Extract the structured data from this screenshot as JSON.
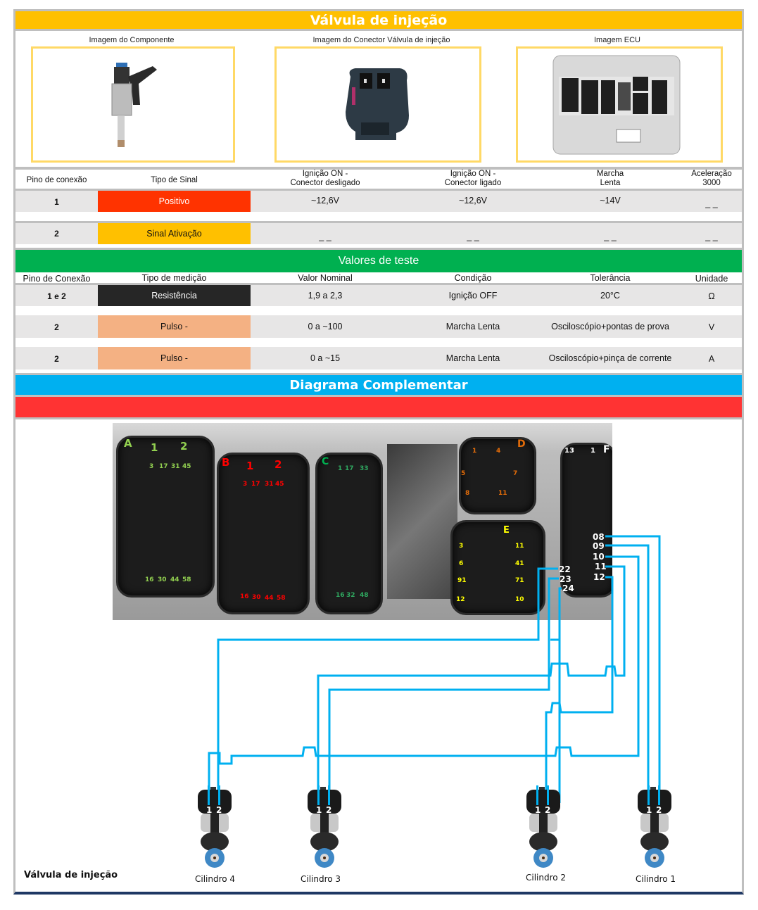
{
  "title": "Válvula de injeção",
  "images": {
    "component_caption": "Imagem do Componente",
    "connector_caption": "Imagem do Conector Válvula de injeção",
    "ecu_caption": "Imagem ECU"
  },
  "signal_table": {
    "headers": [
      "Pino de conexão",
      "Tipo de Sinal",
      "Ignição ON -\nConector desligado",
      "Ignição ON -\nConector ligado",
      "Marcha\nLenta",
      "Aceleração\n3000"
    ],
    "header_lines": {
      "h2a": "Ignição ON -",
      "h2b": "Conector desligado",
      "h3a": "Ignição ON -",
      "h3b": "Conector ligado",
      "h4a": "Marcha",
      "h4b": "Lenta",
      "h5a": "Aceleração",
      "h5b": "3000"
    },
    "rows": [
      {
        "pin": "1",
        "signal": "Positivo",
        "signal_color": "#ff3300",
        "ign_off_conn": "~12,6V",
        "ign_on_conn": "~12,6V",
        "idle": "~14V",
        "accel": "_ _"
      },
      {
        "pin": "2",
        "signal": "Sinal Ativação",
        "signal_color": "#ffc000",
        "ign_off_conn": "_ _",
        "ign_on_conn": "_ _",
        "idle": "_ _",
        "accel": "_ _"
      }
    ]
  },
  "test_section": {
    "title": "Valores de teste",
    "headers": [
      "Pino de Conexão",
      "Tipo de medição",
      "Valor Nominal",
      "Condição",
      "Tolerância",
      "Unidade"
    ],
    "rows": [
      {
        "pin": "1 e 2",
        "type": "Resistência",
        "type_color": "#262626",
        "nominal": "1,9 a 2,3",
        "condition": "Ignição OFF",
        "tolerance": "20°C",
        "unit": "Ω"
      },
      {
        "pin": "2",
        "type": "Pulso -",
        "type_color": "#f4b183",
        "nominal": "0 a ~100",
        "condition": "Marcha Lenta",
        "tolerance": "Osciloscópio+pontas de prova",
        "unit": "V"
      },
      {
        "pin": "2",
        "type": "Pulso -",
        "type_color": "#f4b183",
        "nominal": "0 a ~15",
        "condition": "Marcha Lenta",
        "tolerance": "Osciloscópio+pinça de corrente",
        "unit": "A"
      }
    ]
  },
  "diagram": {
    "title": "Diagrama Complementar",
    "footer_label": "Válvula de injeção",
    "connectors": {
      "A": {
        "name": "A",
        "top": [
          "1",
          "2"
        ],
        "first": [
          "3",
          "17",
          "31",
          "45"
        ],
        "last": [
          "16",
          "30",
          "44",
          "58"
        ],
        "color": "#92d050"
      },
      "B": {
        "name": "B",
        "top": [
          "1",
          "2"
        ],
        "first": [
          "3",
          "17",
          "31",
          "45"
        ],
        "last": [
          "16",
          "30",
          "44",
          "58"
        ],
        "color": "#ff0000"
      },
      "C": {
        "name": "C",
        "first": [
          "1",
          "17",
          "33"
        ],
        "last": [
          "16",
          "32",
          "48"
        ],
        "color": "#00b050"
      },
      "D": {
        "name": "D",
        "pins": [
          "1",
          "4",
          "5",
          "7",
          "8",
          "11"
        ],
        "color": "#e36c09"
      },
      "E": {
        "name": "E",
        "left": [
          "3",
          "6",
          "91",
          "12"
        ],
        "right": [
          "11",
          "41",
          "71",
          "10"
        ],
        "color": "#ffff00"
      },
      "F": {
        "name": "F",
        "top": [
          "13",
          "1"
        ],
        "color": "#ffffff"
      }
    },
    "wire_pins": [
      "08",
      "09",
      "10",
      "11",
      "12",
      "22",
      "23",
      "24"
    ],
    "wire_color": "#00b0f0",
    "injectors": [
      {
        "label": "Cilindro 4",
        "pin1": "1",
        "pin2": "2"
      },
      {
        "label": "Cilindro 3",
        "pin1": "1",
        "pin2": "2"
      },
      {
        "label": "Cilindro 2",
        "pin1": "1",
        "pin2": "2"
      },
      {
        "label": "Cilindro 1",
        "pin1": "1",
        "pin2": "2"
      }
    ]
  }
}
